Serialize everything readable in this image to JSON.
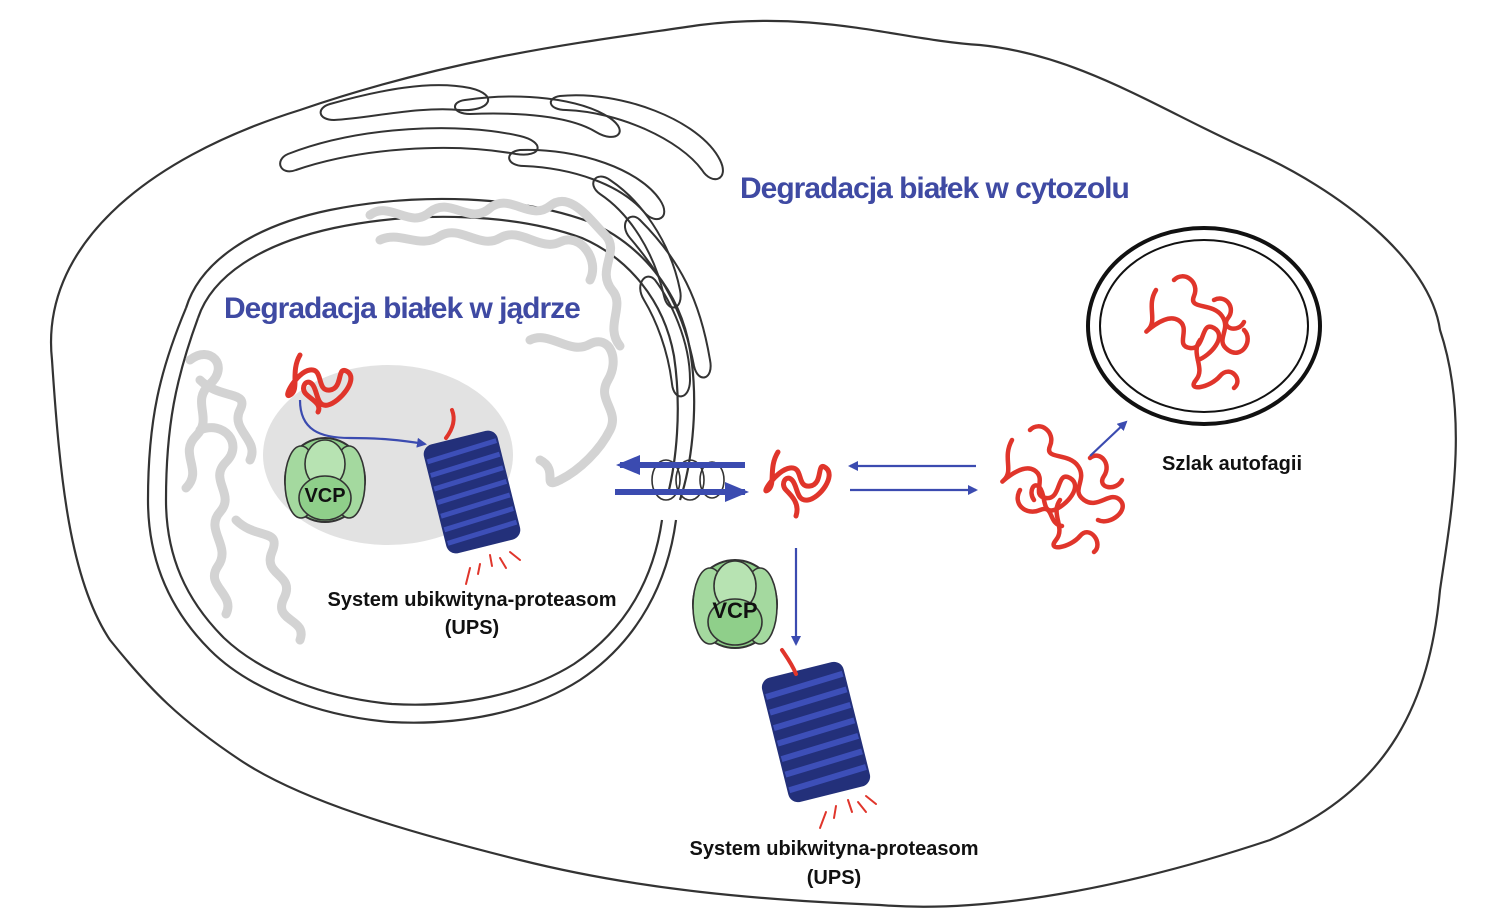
{
  "colors": {
    "title_blue": "#3f4aa3",
    "arrow_blue": "#3b4bb0",
    "protein_red": "#e0352b",
    "proteasome_navy": "#23307a",
    "proteasome_ring": "#3d4fb8",
    "vcp_green": "#8fcf8a",
    "nucleolus_gray": "#e2e2e2",
    "chromatin_gray": "#d3d3d3",
    "outline": "#333333"
  },
  "labels": {
    "cytosol_title": "Degradacja białek w cytozolu",
    "nucleus_title": "Degradacja białek w jądrze",
    "autophagy": "Szlak autofagii",
    "ups_nucleus_line1": "System ubikwityna-proteasom",
    "ups_nucleus_line2": "(UPS)",
    "ups_cytosol_line1": "System ubikwityna-proteasom",
    "ups_cytosol_line2": "(UPS)",
    "vcp_nucleus": "VCP",
    "vcp_cytosol": "VCP"
  },
  "icons": {
    "protein": "misfolded-protein-icon",
    "aggregate": "protein-aggregate-icon",
    "proteasome": "proteasome-icon",
    "vcp": "vcp-complex-icon",
    "nuclear_pore": "nuclear-pore-icon",
    "autophagosome": "autophagosome-icon"
  }
}
